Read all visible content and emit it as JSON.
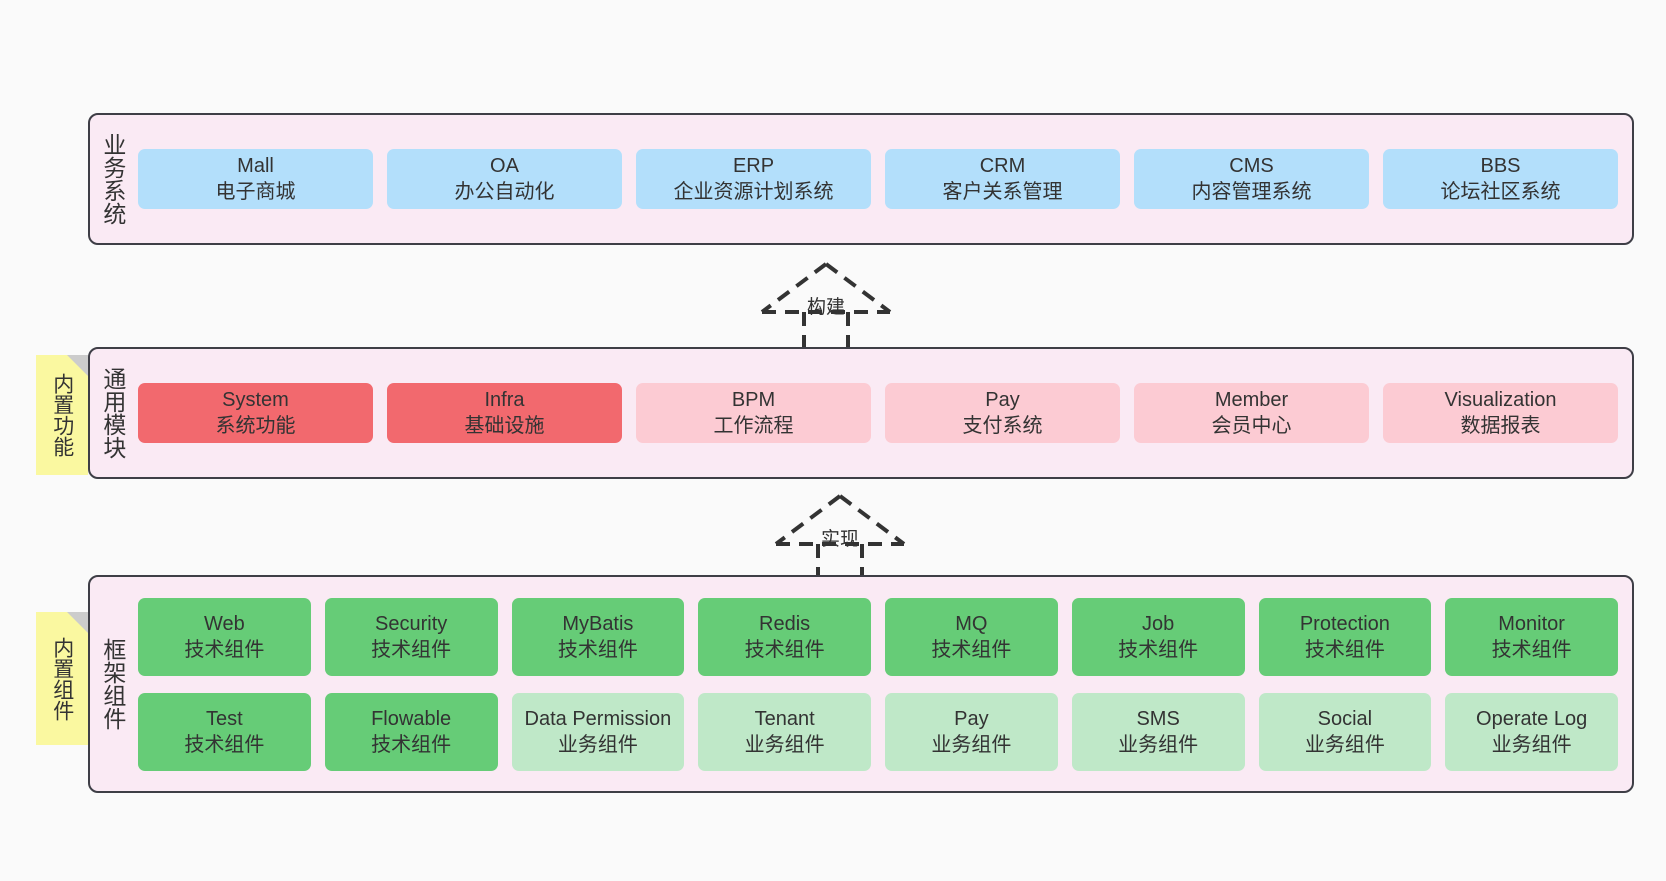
{
  "diagram": {
    "title_hidden": "",
    "colors": {
      "canvas": "#FAFAFA",
      "band_fill": "#FAEAF4",
      "band_border": "#3E3E46",
      "blue": "#B3DFFB",
      "red": "#F2696E",
      "pink": "#FCCBD3",
      "green": "#66CC77",
      "light_green": "#BFE8C8",
      "sticky": "#FAF8A0",
      "sticky_fold": "#CCCCCC",
      "text": "#333333"
    }
  },
  "layers": {
    "business": {
      "label": "业务系统",
      "cards": [
        {
          "name": "Mall",
          "desc": "电子商城"
        },
        {
          "name": "OA",
          "desc": "办公自动化"
        },
        {
          "name": "ERP",
          "desc": "企业资源计划系统"
        },
        {
          "name": "CRM",
          "desc": "客户关系管理"
        },
        {
          "name": "CMS",
          "desc": "内容管理系统"
        },
        {
          "name": "BBS",
          "desc": "论坛社区系统"
        }
      ]
    },
    "common": {
      "label": "通用模块",
      "sticky": "内置功能",
      "cards": [
        {
          "name": "System",
          "desc": "系统功能",
          "style": "red"
        },
        {
          "name": "Infra",
          "desc": "基础设施",
          "style": "red"
        },
        {
          "name": "BPM",
          "desc": "工作流程",
          "style": "pink"
        },
        {
          "name": "Pay",
          "desc": "支付系统",
          "style": "pink"
        },
        {
          "name": "Member",
          "desc": "会员中心",
          "style": "pink"
        },
        {
          "name": "Visualization",
          "desc": "数据报表",
          "style": "pink"
        }
      ]
    },
    "framework": {
      "label": "框架组件",
      "sticky": "内置组件",
      "row1": [
        {
          "name": "Web",
          "desc": "技术组件",
          "style": "green"
        },
        {
          "name": "Security",
          "desc": "技术组件",
          "style": "green"
        },
        {
          "name": "MyBatis",
          "desc": "技术组件",
          "style": "green"
        },
        {
          "name": "Redis",
          "desc": "技术组件",
          "style": "green"
        },
        {
          "name": "MQ",
          "desc": "技术组件",
          "style": "green"
        },
        {
          "name": "Job",
          "desc": "技术组件",
          "style": "green"
        },
        {
          "name": "Protection",
          "desc": "技术组件",
          "style": "green"
        },
        {
          "name": "Monitor",
          "desc": "技术组件",
          "style": "green"
        }
      ],
      "row2": [
        {
          "name": "Test",
          "desc": "技术组件",
          "style": "green"
        },
        {
          "name": "Flowable",
          "desc": "技术组件",
          "style": "green"
        },
        {
          "name": "Data Permission",
          "desc": "业务组件",
          "style": "lightgreen"
        },
        {
          "name": "Tenant",
          "desc": "业务组件",
          "style": "lightgreen"
        },
        {
          "name": "Pay",
          "desc": "业务组件",
          "style": "lightgreen"
        },
        {
          "name": "SMS",
          "desc": "业务组件",
          "style": "lightgreen"
        },
        {
          "name": "Social",
          "desc": "业务组件",
          "style": "lightgreen"
        },
        {
          "name": "Operate Log",
          "desc": "业务组件",
          "style": "lightgreen"
        }
      ]
    }
  },
  "connectors": [
    {
      "label": "构建",
      "from": "common",
      "to": "business"
    },
    {
      "label": "实现",
      "from": "framework",
      "to": "common"
    }
  ]
}
